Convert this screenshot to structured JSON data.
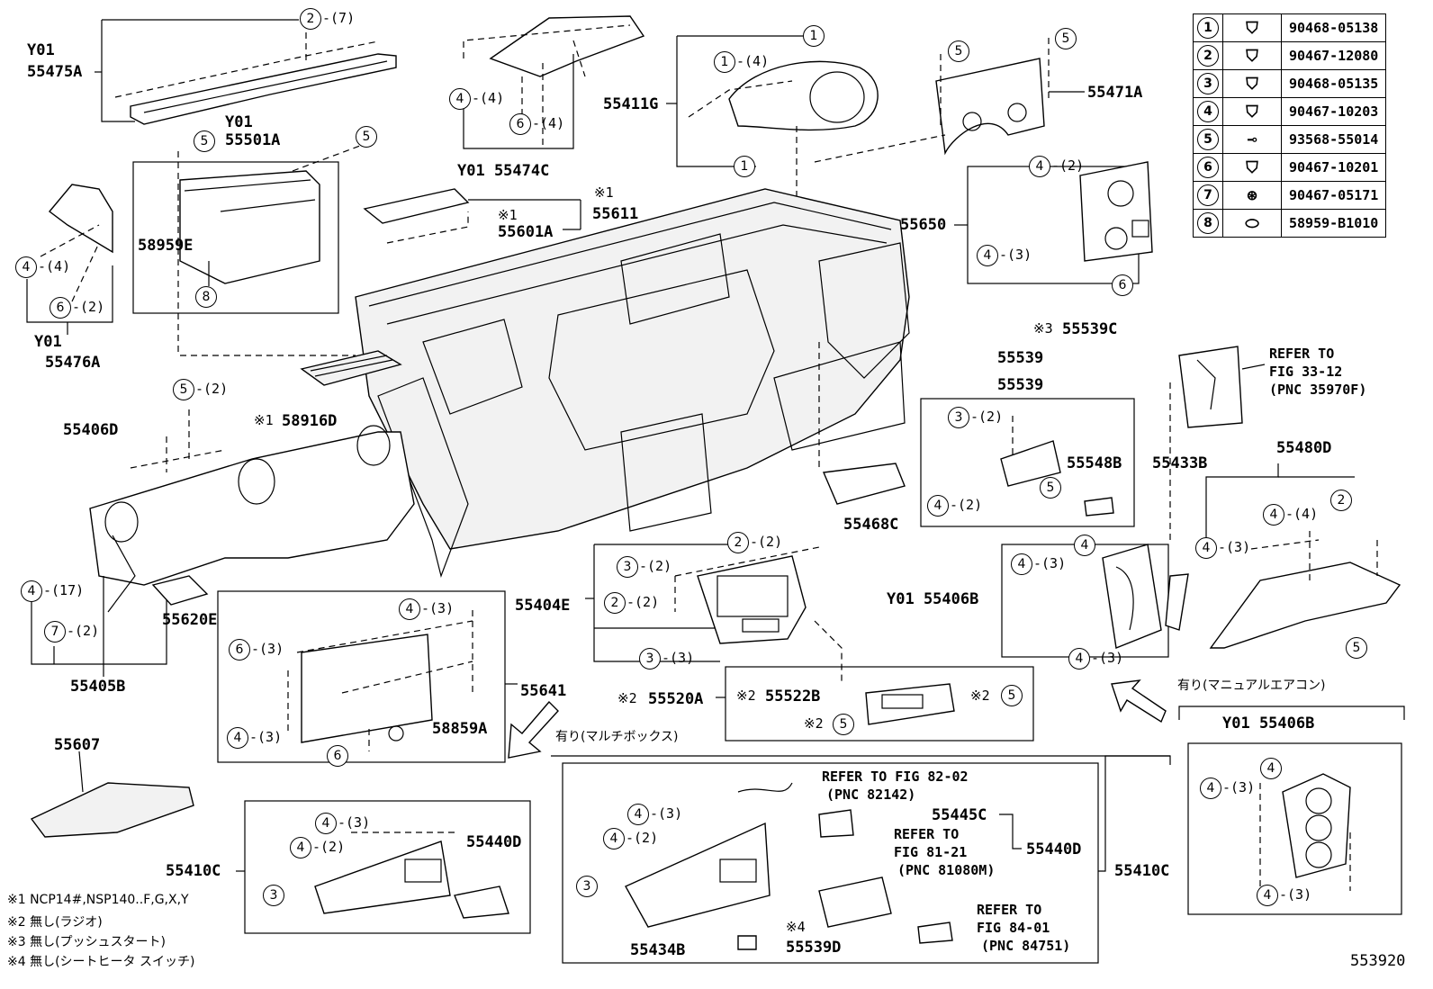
{
  "diagram_id": "553920",
  "legend": [
    {
      "num": "1",
      "icon": "clip-icon",
      "part": "90468-05138"
    },
    {
      "num": "2",
      "icon": "clip-icon",
      "part": "90467-12080"
    },
    {
      "num": "3",
      "icon": "clip-icon",
      "part": "90468-05135"
    },
    {
      "num": "4",
      "icon": "clip-icon",
      "part": "90467-10203"
    },
    {
      "num": "5",
      "icon": "screw-icon",
      "part": "93568-55014"
    },
    {
      "num": "6",
      "icon": "clip-icon",
      "part": "90467-10201"
    },
    {
      "num": "7",
      "icon": "rivet-icon",
      "part": "90467-05171"
    },
    {
      "num": "8",
      "icon": "pad-icon",
      "part": "58959-B1010"
    }
  ],
  "labels": {
    "y01": "Y01",
    "p55475A": "55475A",
    "p55501A": "55501A",
    "p58959E": "58959E",
    "p55476A": "55476A",
    "p55474C": "Y01 55474C",
    "p55411G": "55411G",
    "p55471A": "55471A",
    "p55611": "55611",
    "p55601A": "55601A",
    "p55650": "55650",
    "p55539C": "55539C",
    "p55539a": "55539",
    "p55539b": "55539",
    "p55406D": "55406D",
    "p58916D": "58916D",
    "p55548B": "55548B",
    "p55433B": "55433B",
    "p55468C": "55468C",
    "p55480D": "55480D",
    "p55405B": "55405B",
    "p55620E": "55620E",
    "p55404E": "55404E",
    "p55406B": "Y01 55406B",
    "p55641": "55641",
    "p58859A": "58859A",
    "p55520A": "55520A",
    "p55522B": "55522B",
    "p55607": "55607",
    "p55410C_l": "55410C",
    "p55440D_l": "55440D",
    "p55445C": "55445C",
    "p55440D_r": "55440D",
    "p55410C_r": "55410C",
    "p55434B": "55434B",
    "p55539D": "55539D",
    "p55406B_box": "Y01 55406B"
  },
  "refs": {
    "fig33": [
      "REFER TO",
      "FIG 33-12",
      "(PNC 35970F)"
    ],
    "fig82": [
      "REFER TO FIG 82-02",
      "(PNC 82142)"
    ],
    "fig81": [
      "REFER TO",
      "FIG 81-21",
      "(PNC 81080M)"
    ],
    "fig84": [
      "REFER TO",
      "FIG 84-01",
      "(PNC 84751)"
    ]
  },
  "captions": {
    "multibox": "有り(マルチボックス)",
    "manual_ac": "有り(マニュアルエアコン)"
  },
  "marks": {
    "m1": "※1",
    "m2": "※2",
    "m3": "※3",
    "m4": "※4"
  },
  "notes": [
    "※1 NCP14#,NSP140..F,G,X,Y",
    "※2 無し(ラジオ)",
    "※3 無し(プッシュスタート)",
    "※4 無し(シートヒータ スイッチ)"
  ],
  "qty": {
    "q7": "-(7)",
    "q4": "-(4)",
    "q2": "-(2)",
    "q3": "-(3)",
    "q17": "-(17)"
  }
}
